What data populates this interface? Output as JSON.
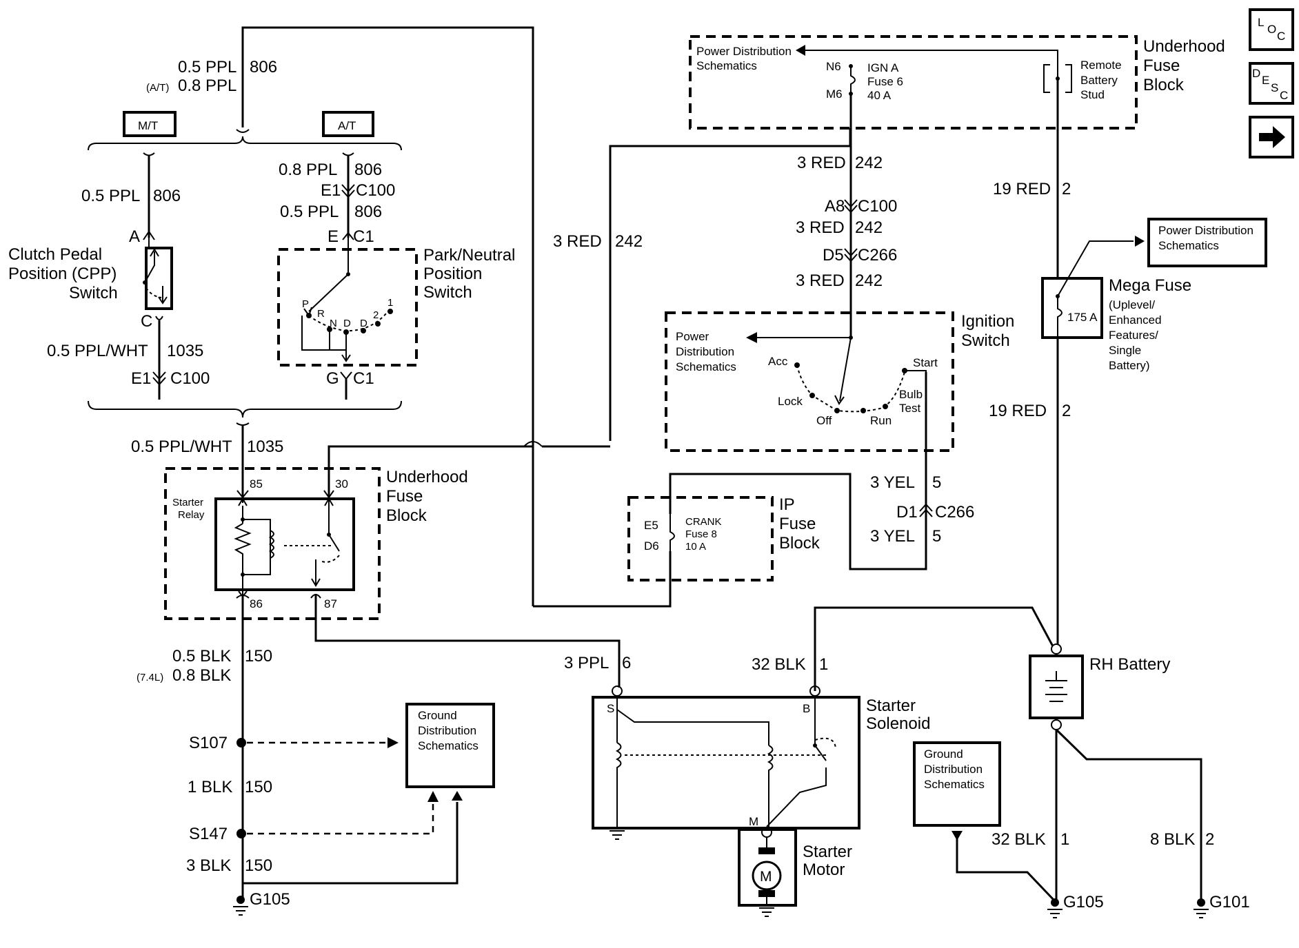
{
  "nav": {
    "loc": {
      "l": "L",
      "o": "O",
      "c": "C"
    },
    "desc": {
      "d": "D",
      "e": "E",
      "s": "S",
      "c": "C"
    }
  },
  "left": {
    "w806_top": "0.5 PPL",
    "w806_top_num": "806",
    "at_prefix": "(A/T)",
    "at_wire": "0.8 PPL",
    "mt_label": "M/T",
    "at_label": "A/T",
    "mt_wire": "0.5 PPL",
    "mt_num": "806",
    "cpp_term_a": "A",
    "cpp_term_c": "C",
    "cpp_name": [
      "Clutch Pedal",
      "Position (CPP)",
      "Switch"
    ],
    "w1035": "0.5 PPL/WHT",
    "w1035_num": "1035",
    "e1": "E1",
    "c100": "C100",
    "at_w1": "0.8 PPL",
    "at_w1_num": "806",
    "at_e1": "E1",
    "at_c100": "C100",
    "at_w2": "0.5 PPL",
    "at_w2_num": "806",
    "pn_term_e": "E",
    "pn_term_c1": "C1",
    "pn_term_g": "G",
    "pn_term_c1b": "C1",
    "pn_name": [
      "Park/Neutral",
      "Position",
      "Switch"
    ],
    "pn_pos": [
      "P",
      "R",
      "N",
      "D",
      "D",
      "2",
      "1"
    ],
    "w1035b": "0.5 PPL/WHT",
    "w1035b_num": "1035",
    "ufb_name": [
      "Underhood",
      "Fuse",
      "Block"
    ],
    "relay_name": [
      "Starter",
      "Relay"
    ],
    "pin85": "85",
    "pin30": "30",
    "pin86": "86",
    "pin87": "87",
    "w150": "0.5 BLK",
    "w150_num": "150",
    "l74_prefix": "(7.4L)",
    "l74_wire": "0.8 BLK",
    "s107": "S107",
    "w150b": "1 BLK",
    "w150b_num": "150",
    "s147": "S147",
    "w150c": "3 BLK",
    "w150c_num": "150",
    "g105": "G105",
    "gnd_sch": [
      "Ground",
      "Distribution",
      "Schematics"
    ]
  },
  "center": {
    "red242": "3 RED",
    "red242_num": "242",
    "ppl6": "3 PPL",
    "ppl6_num": "6",
    "ipfb_name": [
      "IP",
      "Fuse",
      "Block"
    ],
    "ipfb_e5": "E5",
    "ipfb_d6": "D6",
    "crank": [
      "CRANK",
      "Fuse 8",
      "10 A"
    ],
    "blk1": "32 BLK",
    "blk1_num": "1",
    "sol_name": [
      "Starter",
      "Solenoid"
    ],
    "sol_s": "S",
    "sol_b": "B",
    "sol_m": "M",
    "motor_name": [
      "Starter",
      "Motor"
    ],
    "motor_m": "M"
  },
  "top": {
    "pds": [
      "Power Distribution",
      "Schematics"
    ],
    "n6": "N6",
    "m6": "M6",
    "ign": [
      "IGN A",
      "Fuse 6",
      "40 A"
    ],
    "rbs": [
      "Remote",
      "Battery",
      "Stud"
    ],
    "ufb_name": [
      "Underhood",
      "Fuse",
      "Block"
    ],
    "r1": "3 RED",
    "r1_num": "242",
    "a8": "A8",
    "c100": "C100",
    "r2": "3 RED",
    "r2_num": "242",
    "d5": "D5",
    "c266": "C266",
    "r3": "3 RED",
    "r3_num": "242"
  },
  "ign": {
    "name": [
      "Ignition",
      "Switch"
    ],
    "pds": [
      "Power",
      "Distribution",
      "Schematics"
    ],
    "acc": "Acc",
    "lock": "Lock",
    "off": "Off",
    "run": "Run",
    "start": "Start",
    "bulb": [
      "Bulb",
      "Test"
    ],
    "y1": "3 YEL",
    "y1_num": "5",
    "d1": "D1",
    "c266": "C266",
    "y2": "3 YEL",
    "y2_num": "5"
  },
  "right": {
    "red2": "19 RED",
    "red2_num": "2",
    "pds": [
      "Power Distribution",
      "Schematics"
    ],
    "mega_name": "Mega Fuse",
    "mega_sub": [
      "(Uplevel/",
      "Enhanced",
      "Features/",
      "Single",
      "Battery)"
    ],
    "mega_amp": "175 A",
    "red2b": "19 RED",
    "red2b_num": "2",
    "batt": "RH Battery",
    "gnd_sch": [
      "Ground",
      "Distribution",
      "Schematics"
    ],
    "blk1": "32 BLK",
    "blk1_num": "1",
    "blk2": "8 BLK",
    "blk2_num": "2",
    "g105": "G105",
    "g101": "G101"
  }
}
